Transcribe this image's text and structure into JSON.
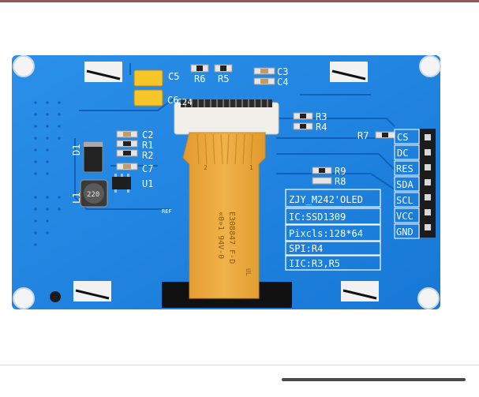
{
  "board": {
    "silk_labels": [
      "C5",
      "R6",
      "R5",
      "C3",
      "C4",
      "C6",
      "C24",
      "R3",
      "R4",
      "C2",
      "R1",
      "R2",
      "C7",
      "D1",
      "U1",
      "L1",
      "R7",
      "R9",
      "R8",
      "REF"
    ],
    "pin_labels": [
      "CS",
      "DC",
      "RES",
      "SDA",
      "SCL",
      "VCC",
      "GND"
    ],
    "info_box_lines": [
      "ZJY_M242'OLED",
      "IC:SSD1309",
      "Pixcls:128*64",
      "SPI:R4",
      "IIC:R3,R5"
    ],
    "flex_cable_text": [
      "E308847 F-D",
      "«Θ»1 94V-0",
      "UL",
      "2",
      "1"
    ],
    "inductor_text": "220",
    "colors": {
      "pcb": "#1a84e0",
      "flex": "#e8a43a",
      "silkscreen": "#ffffff"
    }
  }
}
